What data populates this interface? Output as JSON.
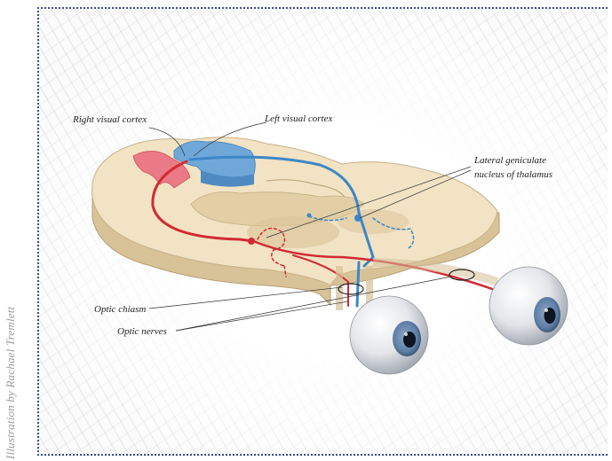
{
  "credit": "Illustration by Rachael Tremlett",
  "labels": {
    "right_visual_cortex": "Right visual cortex",
    "left_visual_cortex": "Left visual cortex",
    "lgn_line1": "Lateral geniculate",
    "lgn_line2": "nucleus of thalamus",
    "optic_chiasm": "Optic chiasm",
    "optic_nerves": "Optic nerves"
  },
  "colors": {
    "brain": "#efe1c2",
    "brain_edge": "#c8b48c",
    "right_pathway": "#d12a35",
    "left_pathway": "#3d86c8",
    "cortex_red": "#e98089",
    "cortex_blue": "#6fa8d8",
    "frame": "#3a4f86"
  }
}
